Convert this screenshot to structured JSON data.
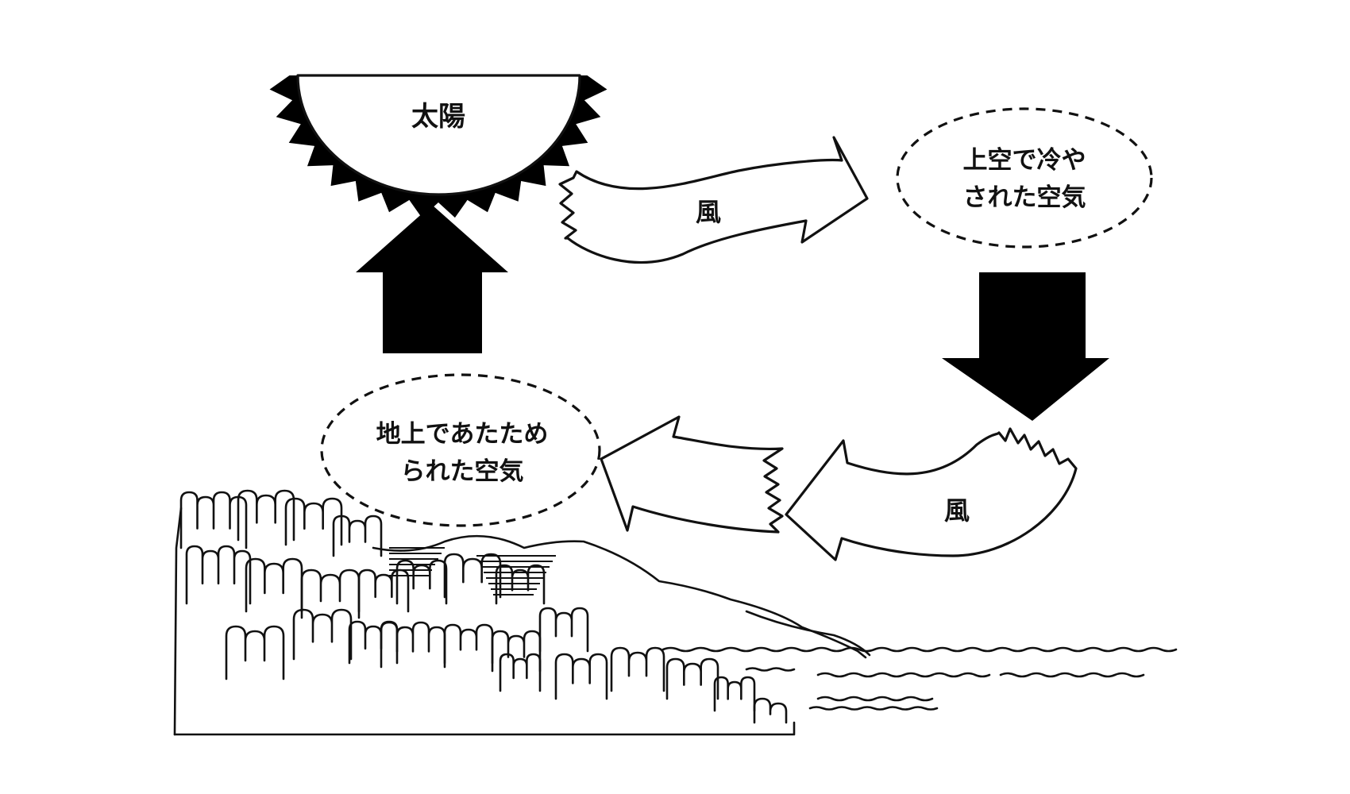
{
  "labels": {
    "sun": "太陽",
    "wind_top": "風",
    "cooled_air_line1": "上空で冷や",
    "cooled_air_line2": "された空気",
    "wind_bottom": "風",
    "warmed_air_line1": "地上であたため",
    "warmed_air_line2": "られた空気"
  },
  "colors": {
    "ink": "#111111",
    "background": "#ffffff",
    "fill_arrow": "#000000"
  }
}
